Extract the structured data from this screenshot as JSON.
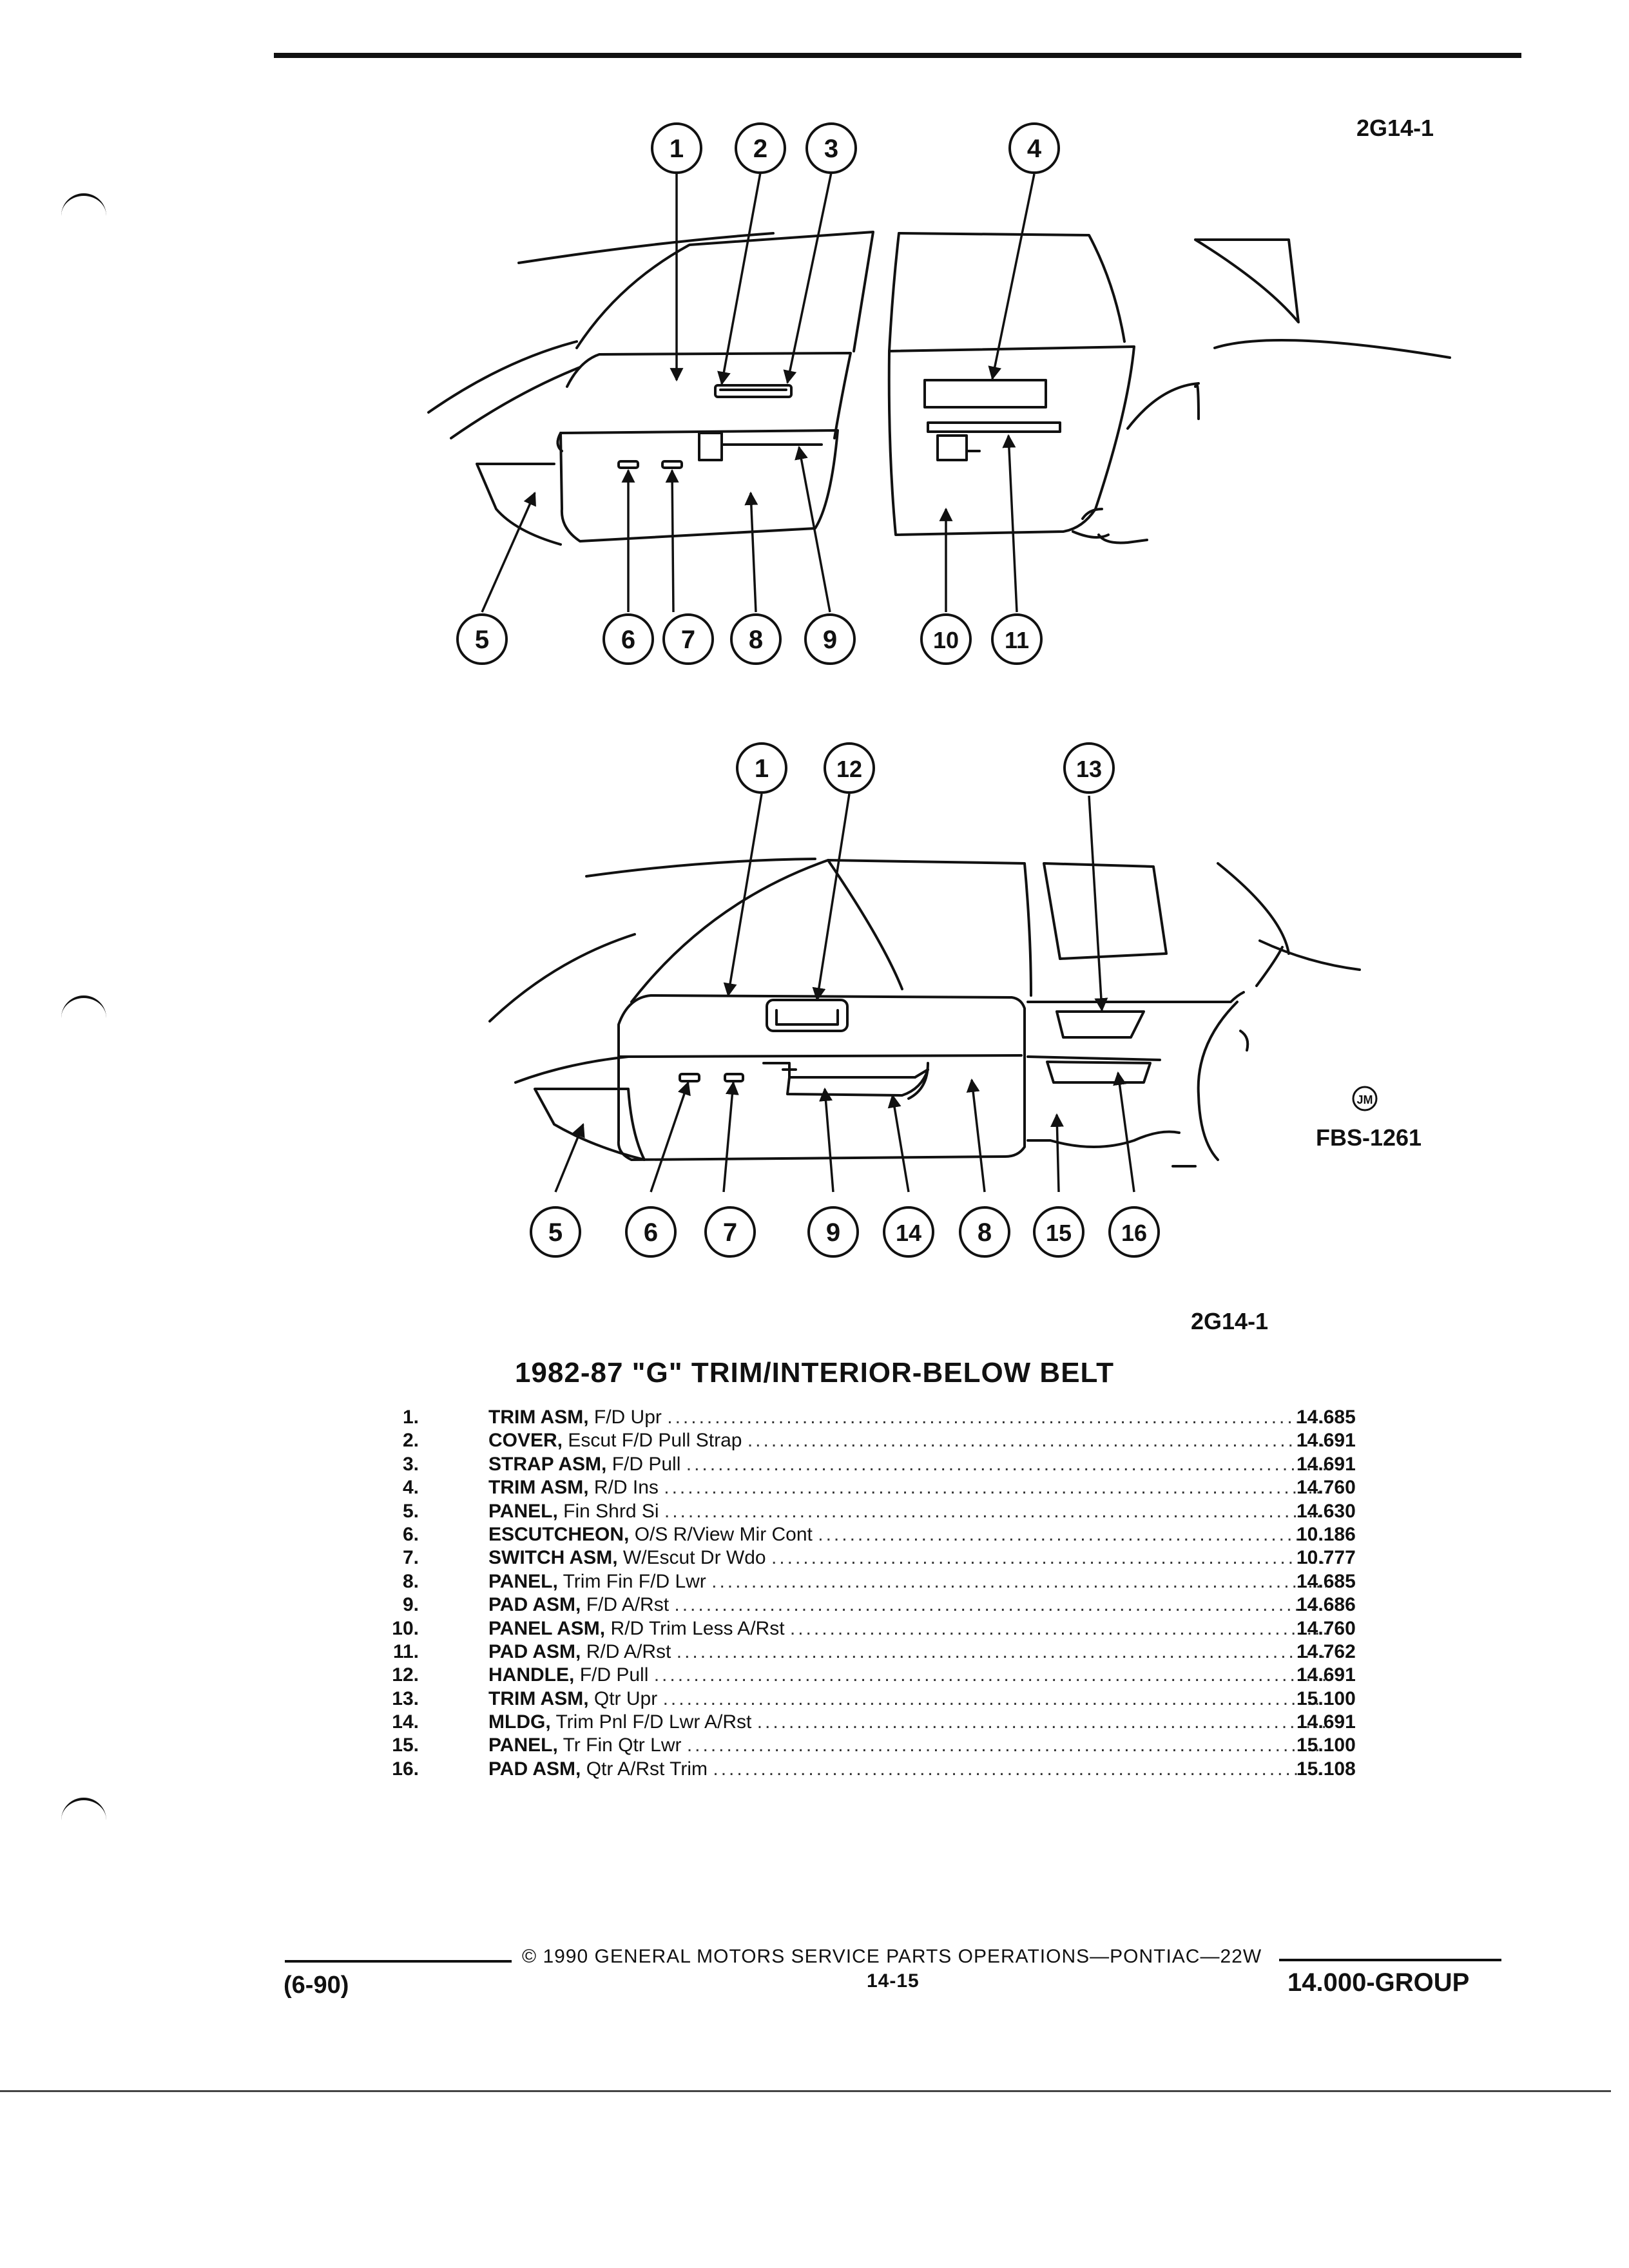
{
  "figure_codes": {
    "top_right": "2G14-1",
    "lower": "2G14-1",
    "art_number": "FBS-1261",
    "artist_mark": "JM"
  },
  "top_callouts": [
    "1",
    "2",
    "3",
    "4",
    "5",
    "6",
    "7",
    "8",
    "9",
    "10",
    "11"
  ],
  "bottom_callouts": [
    "1",
    "12",
    "13",
    "5",
    "6",
    "7",
    "9",
    "14",
    "8",
    "15",
    "16"
  ],
  "title": "1982-87 \"G\" TRIM/INTERIOR-BELOW BELT",
  "parts": [
    {
      "num": "1.",
      "name": "TRIM ASM,",
      "desc": "F/D Upr",
      "code": "14.685"
    },
    {
      "num": "2.",
      "name": "COVER,",
      "desc": "Escut F/D Pull Strap",
      "code": "14.691"
    },
    {
      "num": "3.",
      "name": "STRAP ASM,",
      "desc": "F/D Pull",
      "code": "14.691"
    },
    {
      "num": "4.",
      "name": "TRIM ASM,",
      "desc": "R/D Ins",
      "code": "14.760"
    },
    {
      "num": "5.",
      "name": "PANEL,",
      "desc": "Fin Shrd Si",
      "code": "14.630"
    },
    {
      "num": "6.",
      "name": "ESCUTCHEON,",
      "desc": "O/S R/View Mir Cont",
      "code": "10.186"
    },
    {
      "num": "7.",
      "name": "SWITCH ASM,",
      "desc": "W/Escut Dr Wdo",
      "code": "10.777"
    },
    {
      "num": "8.",
      "name": "PANEL,",
      "desc": "Trim Fin F/D Lwr",
      "code": "14.685"
    },
    {
      "num": "9.",
      "name": "PAD ASM,",
      "desc": "F/D A/Rst",
      "code": "14.686"
    },
    {
      "num": "10.",
      "name": "PANEL ASM,",
      "desc": "R/D Trim Less A/Rst",
      "code": "14.760"
    },
    {
      "num": "11.",
      "name": "PAD ASM,",
      "desc": "R/D A/Rst",
      "code": "14.762"
    },
    {
      "num": "12.",
      "name": "HANDLE,",
      "desc": "F/D Pull",
      "code": "14.691"
    },
    {
      "num": "13.",
      "name": "TRIM ASM,",
      "desc": "Qtr Upr",
      "code": "15.100"
    },
    {
      "num": "14.",
      "name": "MLDG,",
      "desc": "Trim Pnl F/D Lwr A/Rst",
      "code": "14.691"
    },
    {
      "num": "15.",
      "name": "PANEL,",
      "desc": "Tr Fin Qtr Lwr",
      "code": "15.100"
    },
    {
      "num": "16.",
      "name": "PAD ASM,",
      "desc": "Qtr A/Rst Trim",
      "code": "15.108"
    }
  ],
  "footer": {
    "copyright": "© 1990 GENERAL MOTORS SERVICE PARTS OPERATIONS—PONTIAC—22W",
    "page": "14-15",
    "date": "(6-90)",
    "group": "14.000-GROUP"
  }
}
